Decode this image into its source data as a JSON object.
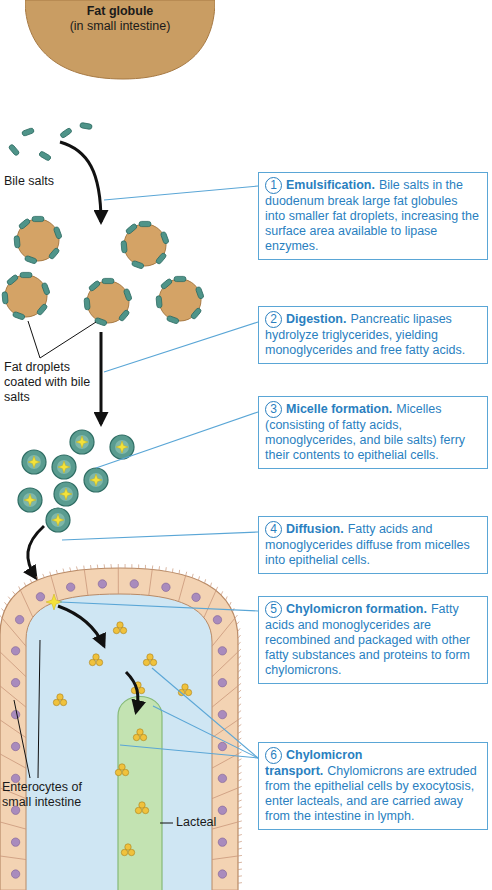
{
  "diagram": {
    "nodes": [
      {
        "text": [
          "Fat globule",
          "(in small intestine)"
        ]
      },
      {
        "text": [
          "1",
          "Emulsification.",
          "Bile salts in the duodenum break large fat globules into smaller fat droplets, increasing the surface area available to lipase enzymes."
        ]
      },
      {
        "text": [
          "2",
          "Digestion.",
          "Pancreatic lipases hydrolyze triglycerides, yielding monoglycerides and free fatty acids."
        ]
      },
      {
        "text": [
          "3",
          "Micelle formation.",
          "Micelles (consisting of fatty acids, monoglycerides, and bile salts) ferry their contents to epithelial cells."
        ]
      },
      {
        "text": [
          "4",
          "Diffusion.",
          "Fatty acids and monoglycerides diffuse from micelles into epithelial cells."
        ]
      },
      {
        "text": [
          "5",
          "Chylomicron formation.",
          "Fatty acids and monoglycerides are recombined and packaged with other fatty substances and proteins to form chylomicrons."
        ]
      },
      {
        "text": [
          "6",
          "Chylomicron transport.",
          "Chylomicrons are extruded from the epithelial cells by exocytosis, enter lacteals, and are carried away from the intestine in lymph."
        ]
      }
    ],
    "labels": [
      "Bile salts",
      "Fat droplets coated with bile salts",
      "Enterocytes of small intestine",
      "Lacteal"
    ]
  }
}
